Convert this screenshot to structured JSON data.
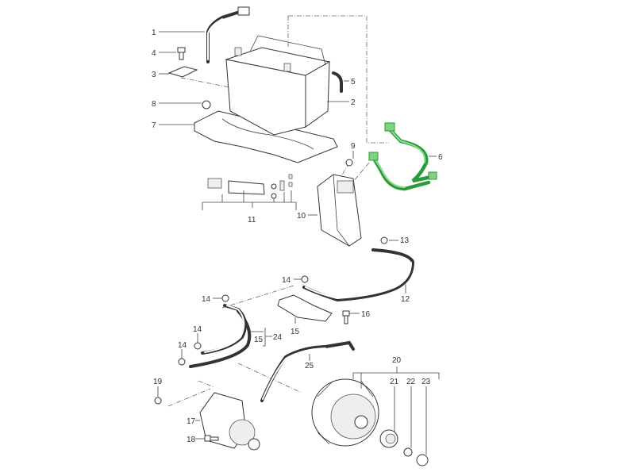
{
  "diagram": {
    "accent_color": "#2a9a3a",
    "callouts": [
      {
        "id": "1",
        "label": "1"
      },
      {
        "id": "2",
        "label": "2"
      },
      {
        "id": "3",
        "label": "3"
      },
      {
        "id": "4",
        "label": "4"
      },
      {
        "id": "5",
        "label": "5"
      },
      {
        "id": "6",
        "label": "6"
      },
      {
        "id": "7",
        "label": "7"
      },
      {
        "id": "8",
        "label": "8"
      },
      {
        "id": "9",
        "label": "9"
      },
      {
        "id": "10",
        "label": "10"
      },
      {
        "id": "11",
        "label": "11"
      },
      {
        "id": "12",
        "label": "12"
      },
      {
        "id": "13",
        "label": "13"
      },
      {
        "id": "14a",
        "label": "14"
      },
      {
        "id": "14b",
        "label": "14"
      },
      {
        "id": "14c",
        "label": "14"
      },
      {
        "id": "14d",
        "label": "14"
      },
      {
        "id": "15a",
        "label": "15"
      },
      {
        "id": "15b",
        "label": "15"
      },
      {
        "id": "16",
        "label": "16"
      },
      {
        "id": "17",
        "label": "17"
      },
      {
        "id": "18",
        "label": "18"
      },
      {
        "id": "19",
        "label": "19"
      },
      {
        "id": "20",
        "label": "20"
      },
      {
        "id": "21",
        "label": "21"
      },
      {
        "id": "22",
        "label": "22"
      },
      {
        "id": "23",
        "label": "23"
      },
      {
        "id": "24",
        "label": "24"
      },
      {
        "id": "25",
        "label": "25"
      }
    ]
  }
}
